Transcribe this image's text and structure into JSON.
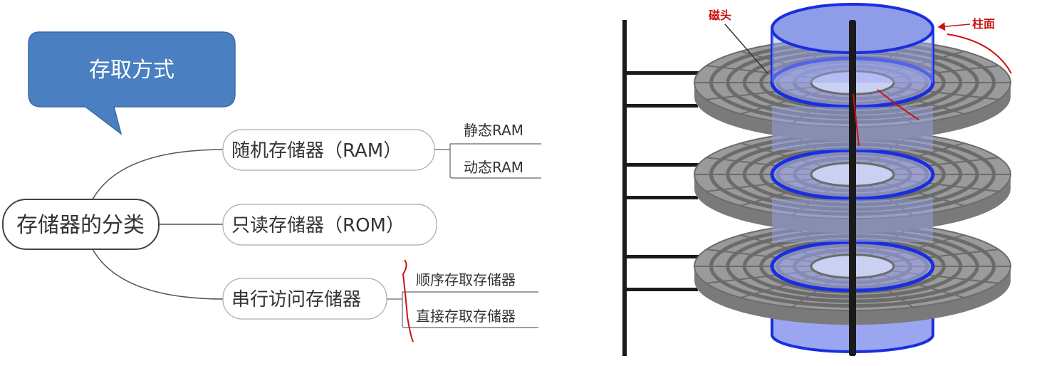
{
  "mindmap": {
    "callout": "存取方式",
    "root": "存储器的分类",
    "branches": [
      {
        "label": "随机存储器（RAM）",
        "children": [
          "静态RAM",
          "动态RAM"
        ]
      },
      {
        "label": "只读存储器（ROM）",
        "children": []
      },
      {
        "label": "串行访问存储器",
        "children": [
          "顺序存取存储器",
          "直接存取存储器"
        ]
      }
    ]
  },
  "disk_diagram": {
    "annotations": {
      "head": "磁头",
      "cylinder": "柱面"
    },
    "platter_count": 3
  },
  "colors": {
    "callout_fill": "#4a7fc1",
    "cylinder_fill": "#9aa6f0",
    "cylinder_stroke": "#1a2ee0",
    "platter": "#8a8a8a",
    "annotation_red": "#cc1111"
  }
}
